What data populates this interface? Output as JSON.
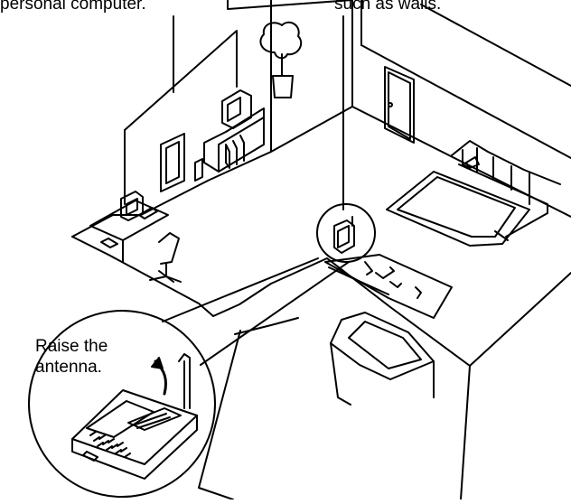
{
  "captions": {
    "top_left": "personal computer.",
    "top_right": "such as walls.",
    "antenna_line1": "Raise the",
    "antenna_line2": "antenna."
  },
  "colors": {
    "ink": "#000000",
    "paper": "#ffffff"
  },
  "icons": [
    "room-layout-illustration",
    "cordless-phone-base-icon",
    "plant-icon",
    "chair-icon",
    "monitor-icon",
    "door-icon",
    "sofa-icon"
  ]
}
